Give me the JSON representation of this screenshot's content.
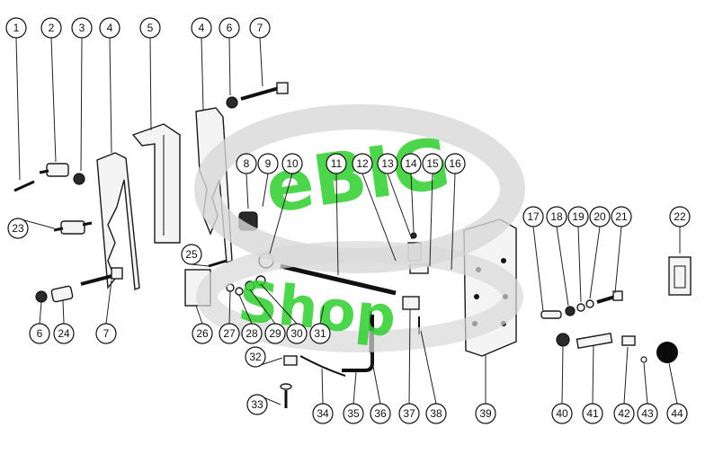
{
  "diagram": {
    "callouts_top": [
      "1",
      "2",
      "3",
      "4",
      "5",
      "4",
      "6",
      "7"
    ],
    "callouts_inner": [
      "8",
      "9",
      "10",
      "11",
      "12",
      "13",
      "14",
      "15",
      "16"
    ],
    "callouts_right_top": [
      "17",
      "18",
      "19",
      "20",
      "21",
      "22"
    ],
    "callouts_left": [
      "23",
      "25",
      "6",
      "24",
      "7",
      "26",
      "27",
      "28",
      "29",
      "30",
      "31",
      "32",
      "33"
    ],
    "callouts_bottom": [
      "34",
      "35",
      "36",
      "37",
      "38",
      "39",
      "40",
      "41",
      "42",
      "43",
      "44"
    ]
  },
  "watermark": {
    "text_top": "eBIG",
    "text_bottom": "Shop",
    "color": "#2fd02f"
  }
}
